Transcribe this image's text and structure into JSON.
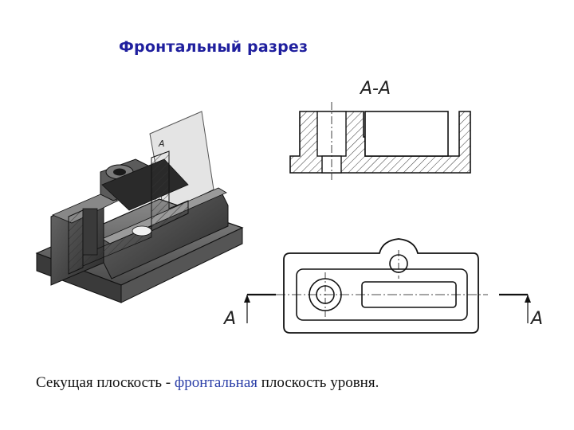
{
  "title": "Фронтальный разрез",
  "section_view": {
    "label": "А-А"
  },
  "cut_marks": {
    "left_label": "А",
    "right_label": "А"
  },
  "model": {
    "plane_label": "А"
  },
  "caption": {
    "prefix": "Секущая плоскость - ",
    "highlight": "фронтальная",
    "suffix": " плоскость уровня."
  },
  "colors": {
    "title": "#1f1f9e",
    "highlight": "#2b3fa8"
  }
}
